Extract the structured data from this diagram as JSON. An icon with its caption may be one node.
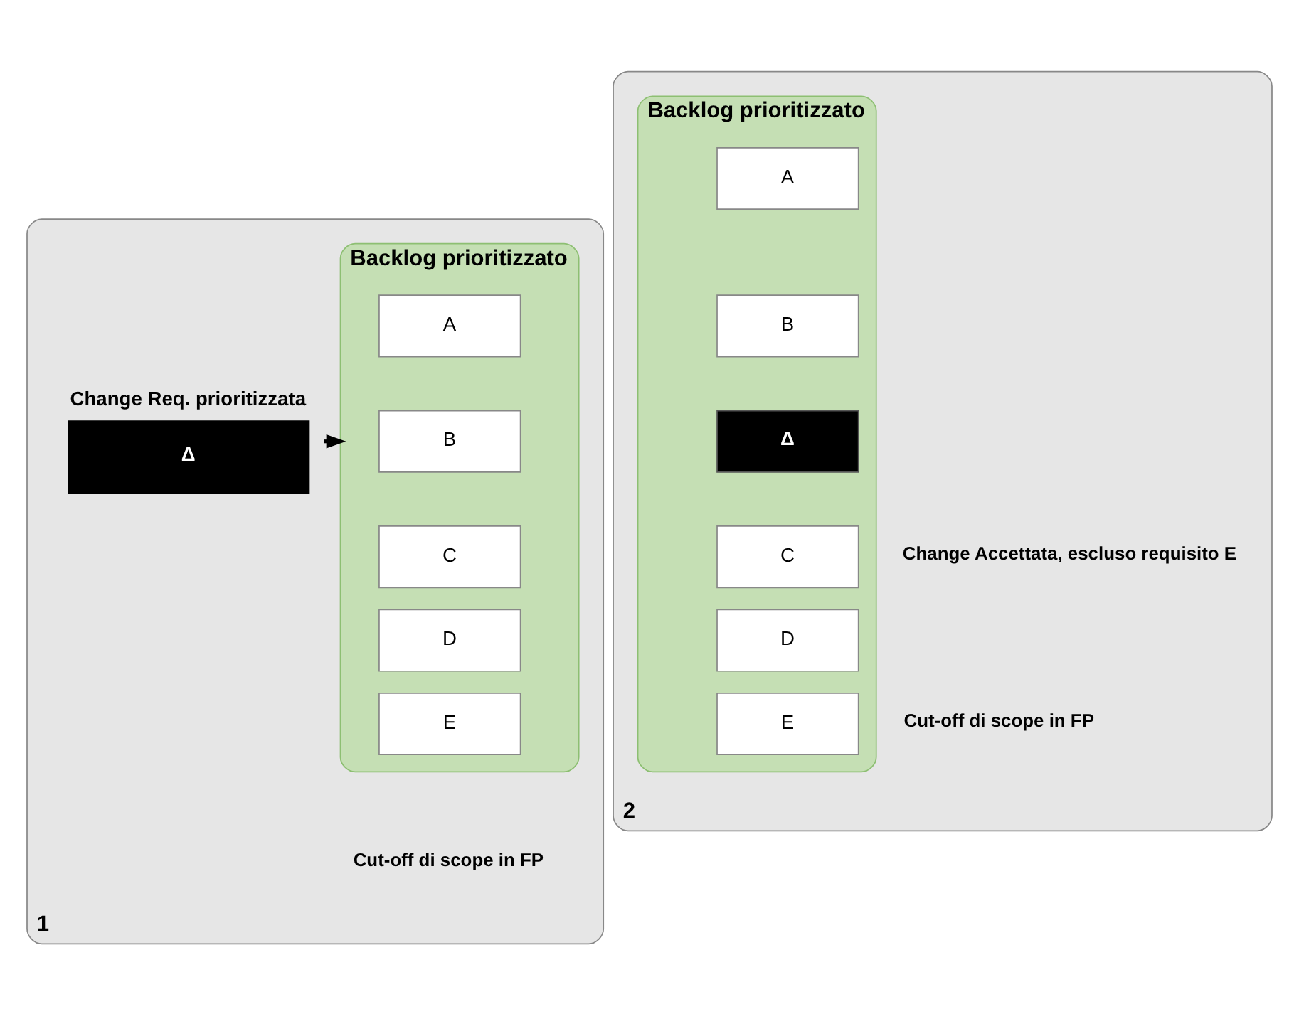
{
  "diagram": {
    "nodes": [
      {
        "text": [
          "1"
        ]
      },
      {
        "text": [
          "Backlog prioritizzato"
        ],
        "in": 0
      },
      {
        "text": [
          "A"
        ],
        "in": 1
      },
      {
        "text": [
          "B"
        ],
        "in": 1
      },
      {
        "text": [
          "C"
        ],
        "in": 1
      },
      {
        "text": [
          "D"
        ],
        "in": 1
      },
      {
        "text": [
          "E"
        ],
        "in": 1
      },
      {
        "text": [
          "Change Req. prioritizzata",
          "Δ"
        ],
        "in": 0
      },
      {
        "text": [
          "2"
        ]
      },
      {
        "text": [
          "Backlog prioritizzato"
        ],
        "in": 8
      },
      {
        "text": [
          "A"
        ],
        "in": 9
      },
      {
        "text": [
          "B"
        ],
        "in": 9
      },
      {
        "text": [
          "Δ"
        ],
        "in": 9
      },
      {
        "text": [
          "C"
        ],
        "in": 9
      },
      {
        "text": [
          "D"
        ],
        "in": 9
      },
      {
        "text": [
          "E"
        ],
        "in": 9
      }
    ],
    "edges": [
      {
        "from": 7,
        "to": 1,
        "arrow": "to"
      }
    ],
    "labels": [
      "Cut-off di scope in FP",
      "Change Accettata, escluso requisito E",
      "Cut-off di scope in FP"
    ]
  }
}
